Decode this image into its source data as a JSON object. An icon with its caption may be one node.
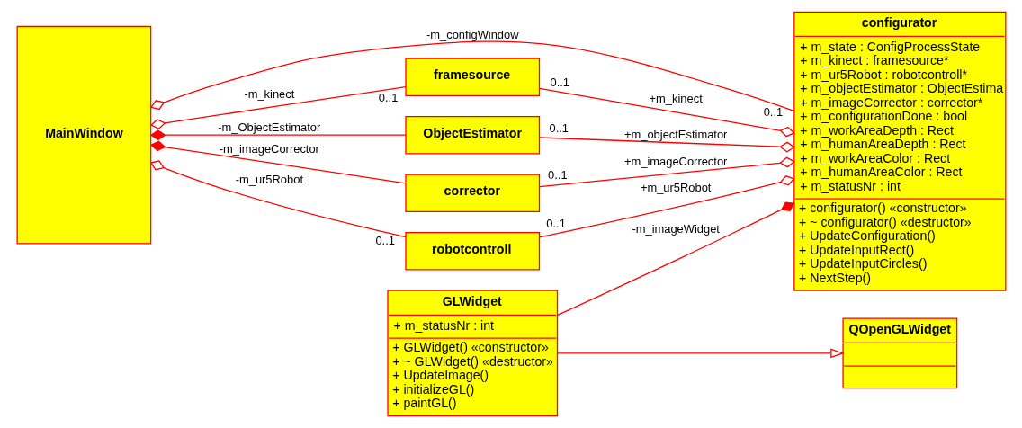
{
  "diagram": {
    "nodes": [
      {
        "text": [
          "MainWindow"
        ]
      },
      {
        "text": [
          "configurator",
          "+ m_state : ConfigProcessState",
          "+ m_kinect : framesource*",
          "+ m_ur5Robot : robotcontroll*",
          "+ m_objectEstimator : ObjectEstima",
          "+ m_imageCorrector : corrector*",
          "+ m_configurationDone : bool",
          "+ m_workAreaDepth : Rect",
          "+ m_humanAreaDepth : Rect",
          "+ m_workAreaColor : Rect",
          "+ m_humanAreaColor : Rect",
          "+ m_statusNr : int",
          "+ configurator() «constructor»",
          "+ ~ configurator() «destructor»",
          "+ UpdateConfiguration()",
          "+ UpdateInputRect()",
          "+ UpdateInputCircles()",
          "+ NextStep()"
        ]
      },
      {
        "text": [
          "framesource"
        ]
      },
      {
        "text": [
          "ObjectEstimator"
        ]
      },
      {
        "text": [
          "corrector"
        ]
      },
      {
        "text": [
          "robotcontroll"
        ]
      },
      {
        "text": [
          "GLWidget",
          "+ m_statusNr : int",
          "+ GLWidget() «constructor»",
          "+ ~ GLWidget() «destructor»",
          "+ UpdateImage()",
          "+ initializeGL()",
          "+ paintGL()"
        ]
      },
      {
        "text": [
          "QOpenGLWidget"
        ]
      }
    ],
    "edges": [
      {
        "from": 0,
        "to": 1,
        "arrow": "other",
        "label": "-m_configWindow"
      },
      {
        "from": 0,
        "to": 2,
        "arrow": "other",
        "label": "-m_kinect"
      },
      {
        "from": 2,
        "to": 1,
        "arrow": "other",
        "label": "+m_kinect"
      },
      {
        "from": 0,
        "to": 3,
        "arrow": "other",
        "label": "-m_ObjectEstimator"
      },
      {
        "from": 3,
        "to": 1,
        "arrow": "other",
        "label": "+m_objectEstimator"
      },
      {
        "from": 0,
        "to": 4,
        "arrow": "other",
        "label": "-m_imageCorrector"
      },
      {
        "from": 4,
        "to": 1,
        "arrow": "other",
        "label": "+m_imageCorrector"
      },
      {
        "from": 0,
        "to": 5,
        "arrow": "other",
        "label": "-m_ur5Robot"
      },
      {
        "from": 5,
        "to": 1,
        "arrow": "other",
        "label": "+m_ur5Robot"
      },
      {
        "from": 6,
        "to": 1,
        "arrow": "other",
        "label": "-m_imageWidget"
      },
      {
        "from": 6,
        "to": 7,
        "arrow": "to"
      }
    ],
    "labels": [
      "0..1",
      "0..1",
      "0..1",
      "0..1",
      "0..1",
      "0..1",
      "0..1"
    ]
  }
}
